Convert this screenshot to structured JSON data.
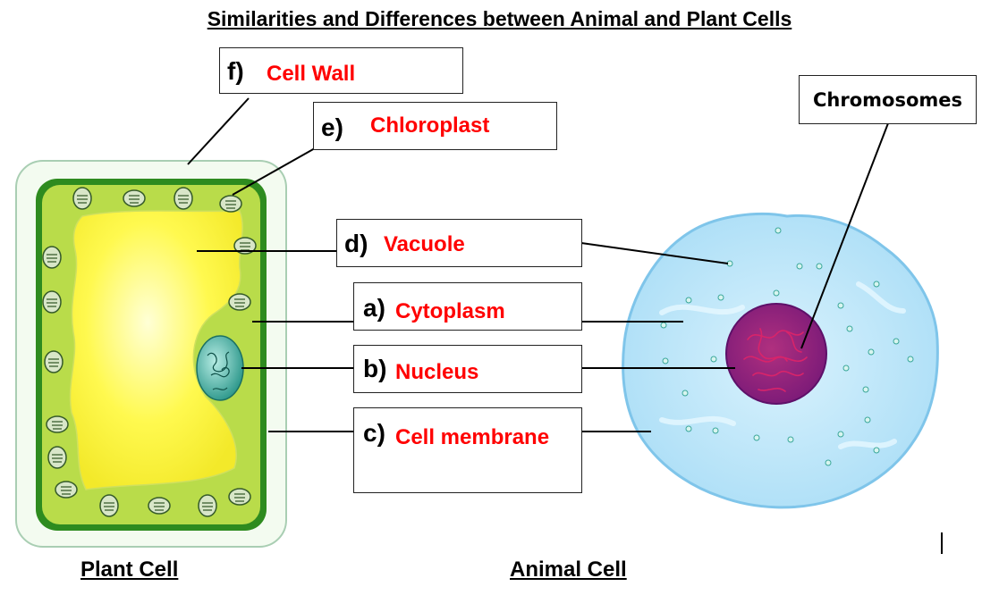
{
  "title": "Similarities and Differences between Animal and Plant Cells",
  "labels": {
    "f": {
      "letter": "f)",
      "name": "Cell Wall"
    },
    "e": {
      "letter": "e)",
      "name": "Chloroplast"
    },
    "d": {
      "letter": "d)",
      "name": "Vacuole"
    },
    "a": {
      "letter": "a)",
      "name": "Cytoplasm"
    },
    "b": {
      "letter": "b)",
      "name": "Nucleus"
    },
    "c": {
      "letter": "c)",
      "name": "Cell membrane"
    }
  },
  "chromosomes_label": "Chromosomes",
  "captions": {
    "plant": "Plant Cell",
    "animal": "Animal Cell"
  },
  "colors": {
    "label_text": "#ff0000",
    "cell_wall": "#f3fbf0",
    "plant_membrane_green": "#2e8b1f",
    "plant_cytoplasm": "#b9dc4a",
    "vacuole": "#fff64a",
    "animal_cytoplasm": "#b9e6fb",
    "animal_nucleus": "#9a1f7e"
  }
}
